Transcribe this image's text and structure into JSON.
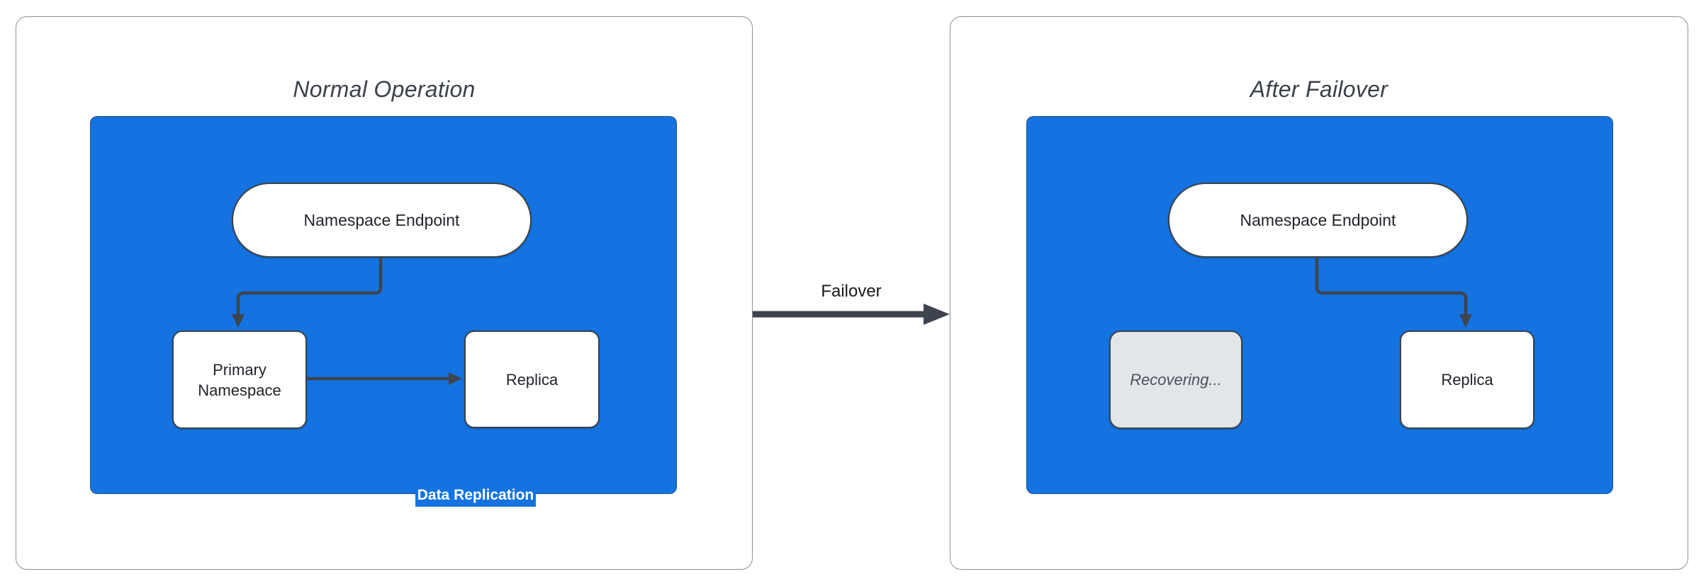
{
  "panels": [
    {
      "title": "Normal Operation",
      "endpoint_label": "Namespace Endpoint",
      "primary_label": "Primary Namespace",
      "replica_label": "Replica",
      "replication_label": "Data Replication"
    },
    {
      "title": "After Failover",
      "endpoint_label": "Namespace Endpoint",
      "recovering_label": "Recovering...",
      "replica_label": "Replica"
    }
  ],
  "transition": {
    "label": "Failover"
  },
  "colors": {
    "namespace_container_fill": "#1473E0",
    "node_fill": "#FFFFFF",
    "node_border": "#3B4249",
    "recovering_fill": "#E3E6E9",
    "recovering_text": "#4A515C",
    "arrow": "#3D444E",
    "panel_border": "#8E9298",
    "title_text": "#3B4149",
    "node_text": "#20242A",
    "replication_text": "#FFFFFF",
    "page_background": "#FFFFFF"
  }
}
